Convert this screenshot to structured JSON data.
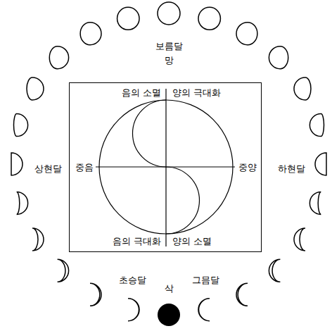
{
  "diagram": {
    "nodes": [
      {
        "text": [
          "음의 소멸",
          "양의 극대화",
          "중음",
          "중양",
          "음의 극대화",
          "양의 소멸"
        ]
      }
    ],
    "labels": [
      "보름달",
      "망",
      "상현달",
      "하현달",
      "초승달",
      "삭",
      "그믐달"
    ]
  }
}
